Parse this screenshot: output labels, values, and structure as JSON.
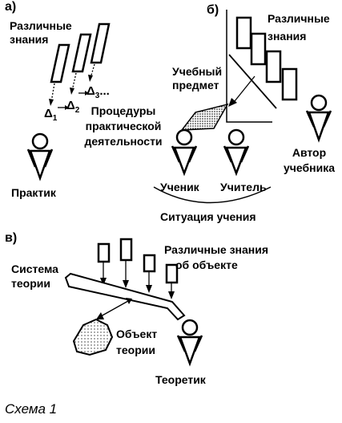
{
  "panels": {
    "a": "а)",
    "b": "б)",
    "v": "в)"
  },
  "panel_a": {
    "knowledge_line1": "Различные",
    "knowledge_line2": "знания",
    "delta1": "Δ",
    "delta1_sub": "1",
    "delta2": "Δ",
    "delta2_sub": "2",
    "delta3": "Δ",
    "delta3_sub": "3",
    "ellipsis": "...",
    "procedures_line1": "Процедуры",
    "procedures_line2": "практической",
    "procedures_line3": "деятельности",
    "practitioner": "Практик"
  },
  "panel_b": {
    "knowledge_line1": "Различные",
    "knowledge_line2": "знания",
    "subject_line1": "Учебный",
    "subject_line2": "предмет",
    "student": "Ученик",
    "teacher": "Учитель",
    "situation": "Ситуация учения",
    "author_line1": "Автор",
    "author_line2": "учебника"
  },
  "panel_v": {
    "knowledge_line1": "Различные знания",
    "knowledge_line2": "об объекте",
    "system_line1": "Система",
    "system_line2": "теории",
    "object_line1": "Объект",
    "object_line2": "теории",
    "theorist": "Теоретик"
  },
  "caption": "Схема 1"
}
